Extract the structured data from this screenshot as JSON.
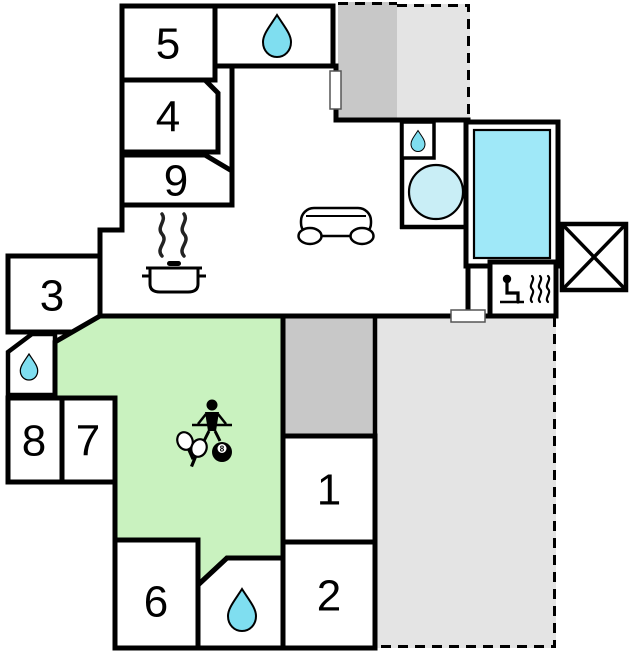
{
  "floor_plan": {
    "rooms": {
      "1": "1",
      "2": "2",
      "3": "3",
      "4": "4",
      "5": "5",
      "6": "6",
      "7": "7",
      "8": "8",
      "9": "9"
    },
    "eight_ball_label": "8",
    "colors": {
      "wall": "#000000",
      "water": "#7fdef0",
      "room_green": "#c9f2bf",
      "bed_cyan": "#9fe8f8",
      "hot_tub": "#c9eef6",
      "terrace_light": "#e4e4e4",
      "terrace_dark": "#c8c8c8",
      "background": "#ffffff"
    },
    "icons": {
      "water_drop": "bathroom water drop",
      "sofa": "sofa top view",
      "stove": "pot with steam",
      "sauna": "person in sauna with heat waves",
      "hot_tub": "round tub",
      "bed": "double bed",
      "foosball": "table football player",
      "table_tennis": "two paddles with 8-ball",
      "cross_square": "crossed storage square"
    }
  }
}
